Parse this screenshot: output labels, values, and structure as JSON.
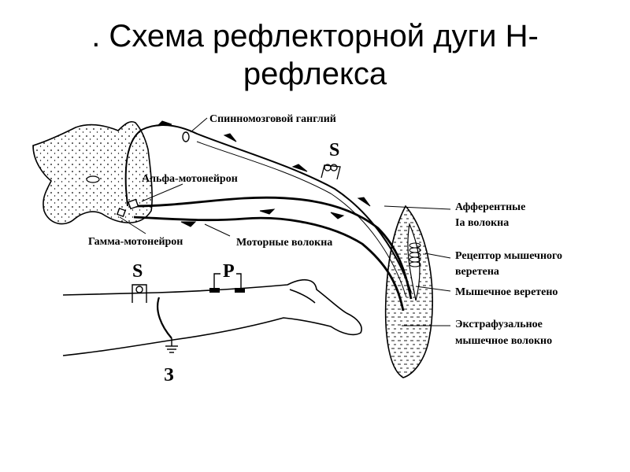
{
  "title": ". Схема рефлекторной дуги Н-рефлекса",
  "labels": {
    "ganglion": "Спинномозговой ганглий",
    "alpha_motoneuron": "Альфа-мотонейрон",
    "gamma_motoneuron": "Гамма-мотонейрон",
    "motor_fibers": "Моторные волокна",
    "afferent_line1": "Афферентные",
    "afferent_line2": "Ia волокна",
    "receptor_line1": "Рецептор мышечного",
    "receptor_line2": "веретена",
    "muscle_spindle": "Мышечное веретено",
    "extrafusal_line1": "Экстрафузальное",
    "extrafusal_line2": "мышечное волокно",
    "stim_top": "S",
    "stim_leg": "S",
    "record": "P",
    "ground": "З"
  }
}
